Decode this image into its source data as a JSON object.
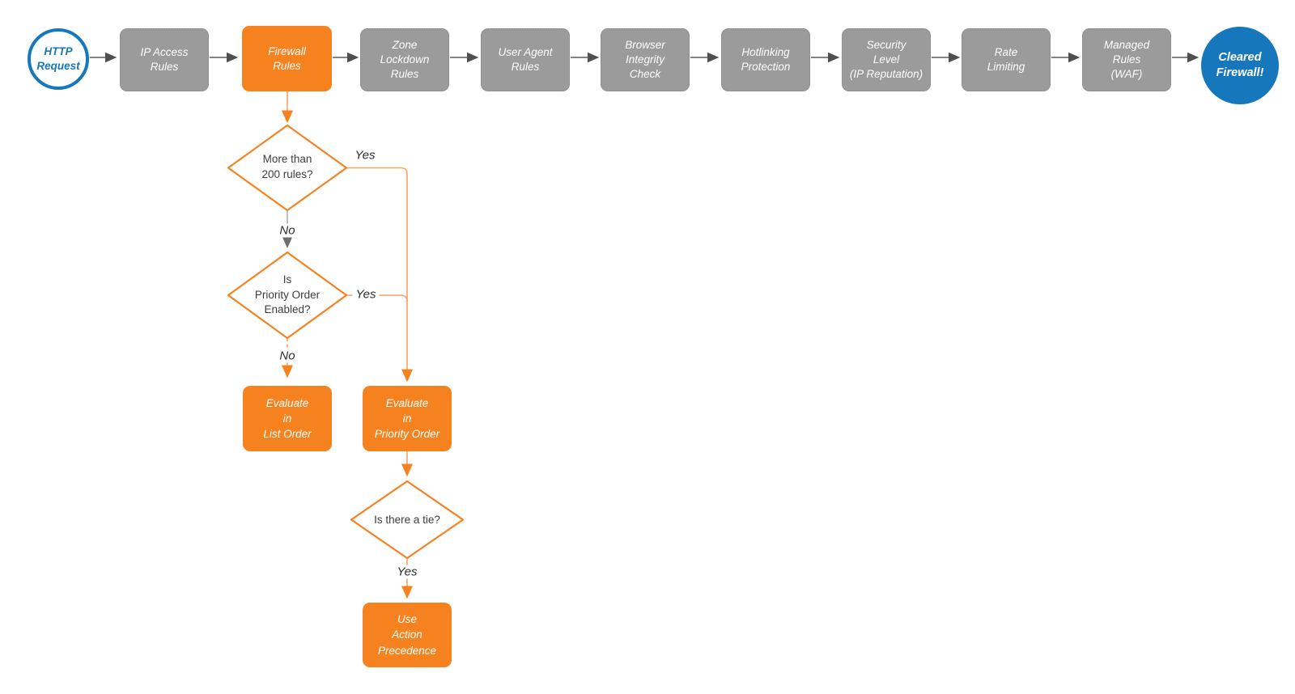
{
  "colors": {
    "accent_orange": "#F6821F",
    "connector_orange": "#F9A266",
    "node_gray": "#9B9B9B",
    "brand_blue": "#1777BC",
    "arrow_dark": "#4F4F4F"
  },
  "start_node": {
    "label": "HTTP\nRequest"
  },
  "end_node": {
    "label": "Cleared\nFirewall!"
  },
  "pipeline": [
    {
      "label": "IP Access\nRules"
    },
    {
      "label": "Firewall\nRules"
    },
    {
      "label": "Zone\nLockdown\nRules"
    },
    {
      "label": "User Agent\nRules"
    },
    {
      "label": "Browser\nIntegrity\nCheck"
    },
    {
      "label": "Hotlinking\nProtection"
    },
    {
      "label": "Security\nLevel\n(IP Reputation)"
    },
    {
      "label": "Rate\nLimiting"
    },
    {
      "label": "Managed\nRules\n(WAF)"
    }
  ],
  "decisions": [
    {
      "label": "More than\n200 rules?"
    },
    {
      "label": "Is\nPriority Order\nEnabled?"
    },
    {
      "label": "Is there a tie?"
    }
  ],
  "actions": [
    {
      "label": "Evaluate\nin\nList Order"
    },
    {
      "label": "Evaluate\nin\nPriority Order"
    },
    {
      "label": "Use\nAction\nPrecedence"
    }
  ],
  "edge_labels": {
    "d1_yes": "Yes",
    "d1_no": "No",
    "d2_yes": "Yes",
    "d2_no": "No",
    "d3_yes": "Yes"
  }
}
